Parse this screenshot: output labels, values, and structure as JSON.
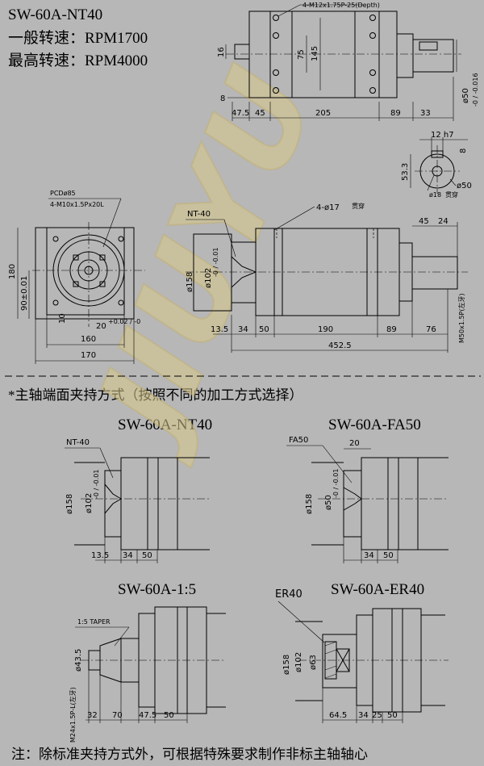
{
  "header": {
    "model": "SW-60A-NT40",
    "speed_normal": "一般转速：RPM1700",
    "speed_max": "最高转速：RPM4000"
  },
  "brand": "JIUYU",
  "section_title": "*主轴端面夹持方式（按照不同的加工方式选择）",
  "views": {
    "nt40": "SW-60A-NT40",
    "fa50": "SW-60A-FA50",
    "taper": "SW-60A-1:5",
    "er40": "SW-60A-ER40"
  },
  "note": "注：除标准夹持方式外，可根据特殊要求制作非标主轴轴心",
  "top_view": {
    "callout": "4-M12x1.75P-25(Depth)",
    "dims": [
      "16",
      "75",
      "145",
      "8",
      "47.5",
      "45",
      "205",
      "89",
      "33"
    ],
    "shaft_dia": "ø50",
    "shaft_tol": "-0 / -0.016"
  },
  "key_view": {
    "dims": [
      "12 h7",
      "8",
      "53.3",
      "ø50",
      "ø18"
    ],
    "hole_note": "贯穿"
  },
  "end_view": {
    "pcd": "PCDø85",
    "bolt": "4-M10x1.5Px20L",
    "dims": [
      "180",
      "90±0.01",
      "10",
      "20",
      "+0.02 / -0",
      "160",
      "170"
    ]
  },
  "front_view": {
    "label": "NT-40",
    "holes": "4-ø17",
    "holes_note": "贯穿",
    "dims": [
      "45",
      "24",
      "ø158",
      "ø102",
      "-0 / -0.01",
      "13.5",
      "34",
      "50",
      "190",
      "89",
      "76",
      "452.5"
    ],
    "thread": "M50x1.5P(左牙)"
  },
  "sub_nt40": {
    "label": "NT-40",
    "dims": [
      "ø158",
      "ø102",
      "-0 / -0.01",
      "13.5",
      "34",
      "50"
    ]
  },
  "sub_fa50": {
    "label": "FA50",
    "dims": [
      "20",
      "ø158",
      "ø50",
      "-0 / -0.01",
      "34",
      "50"
    ]
  },
  "sub_taper": {
    "label": "1:5 TAPER",
    "dims": [
      "ø43.5",
      "M24x1.5P-L(左牙)",
      "32",
      "70",
      "47.5",
      "50"
    ]
  },
  "sub_er40": {
    "label": "ER40",
    "dims": [
      "ø158",
      "ø102",
      "ø63",
      "64.5",
      "34",
      "25",
      "50"
    ]
  }
}
